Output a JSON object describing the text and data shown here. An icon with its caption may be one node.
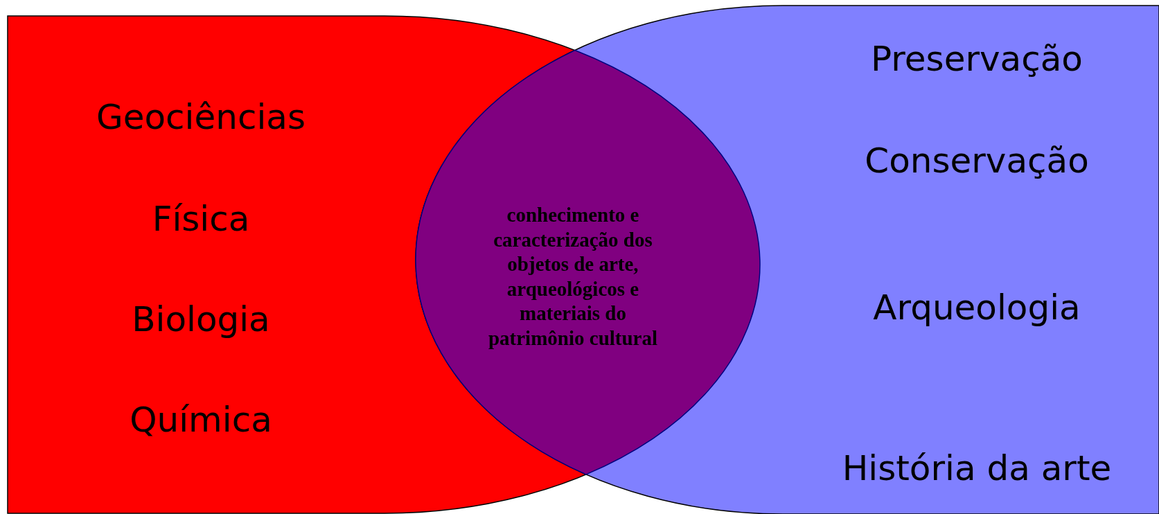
{
  "diagram": {
    "nodes": [
      {
        "text": [
          "Geociências",
          "Física",
          "Biologia",
          "Química"
        ]
      },
      {
        "text": [
          "conhecimento e caracterização dos objetos de arte, arqueológicos e materiais do patrimônio cultural"
        ]
      },
      {
        "text": [
          "Preservação",
          "Conservação",
          "Arqueologia",
          "História da arte"
        ]
      }
    ]
  }
}
